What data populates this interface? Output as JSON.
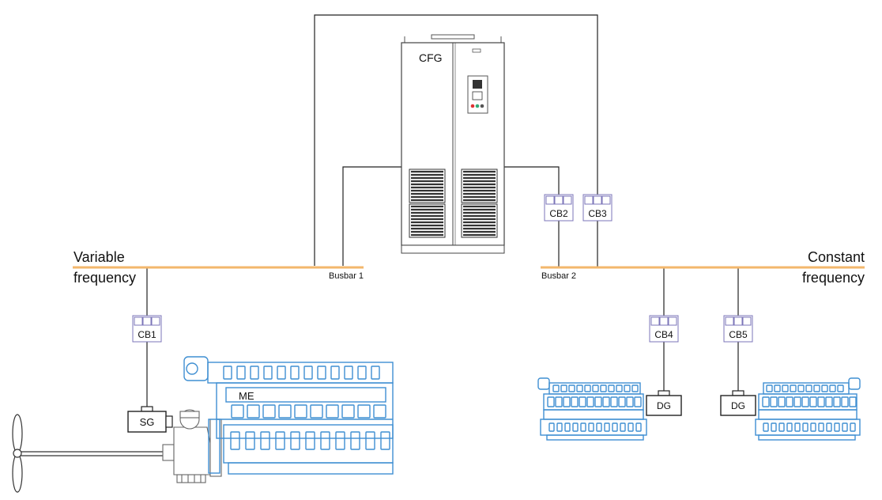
{
  "labels": {
    "cfg": "CFG",
    "variable_line1": "Variable",
    "variable_line2": "frequency",
    "constant_line1": "Constant",
    "constant_line2": "frequency",
    "busbar1": "Busbar 1",
    "busbar2": "Busbar 2",
    "me": "ME",
    "sg": "SG",
    "dg_left": "DG",
    "dg_right": "DG"
  },
  "breakers": {
    "cb1": "CB1",
    "cb2": "CB2",
    "cb3": "CB3",
    "cb4": "CB4",
    "cb5": "CB5"
  },
  "colors": {
    "busbar": "#f3b76c",
    "engine_outline": "#3f8fd2",
    "breaker_outline": "#7b74b8",
    "wiring": "#222222"
  }
}
